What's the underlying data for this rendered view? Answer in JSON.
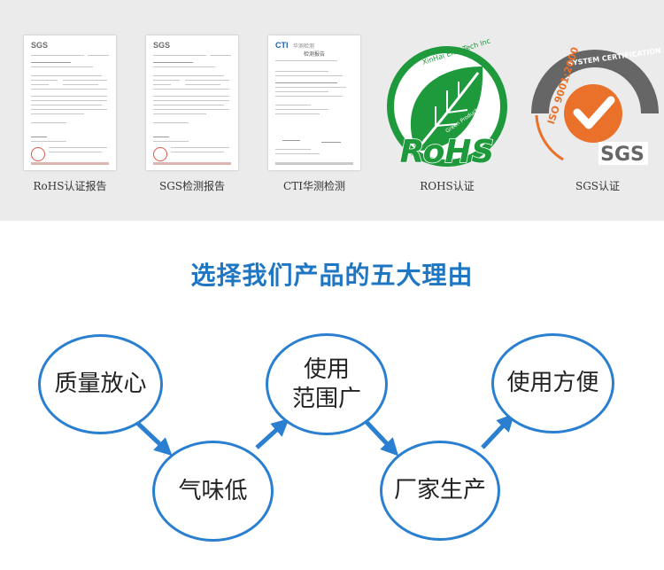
{
  "certificates": {
    "doc1": {
      "logo": "SGS",
      "caption": "RoHS认证报告"
    },
    "doc2": {
      "logo": "SGS",
      "caption": "SGS检测报告"
    },
    "doc3": {
      "logo": "CTI",
      "header": "华测检测",
      "doc_title": "检测报告",
      "caption": "CTI华测检测"
    },
    "rohs_logo": {
      "text": "RoHS",
      "arc_top": "XinHai Envi Tech Inc",
      "arc_leaf": "Green Product",
      "caption": "ROHS认证"
    },
    "sgs_logo": {
      "arc": "SYSTEM CERTIFICATION",
      "iso": "ISO 9001:2000",
      "brand": "SGS",
      "caption": "SGS认证"
    }
  },
  "heading": "选择我们产品的五大理由",
  "reasons": {
    "r1": "质量放心",
    "r2": "气味低",
    "r3_line1": "使用",
    "r3_line2": "范围广",
    "r4": "厂家生产",
    "r5": "使用方便"
  },
  "colors": {
    "accent": "#1f76c2",
    "bubble_border": "#2a7fd0",
    "rohs_green": "#1e9a3c",
    "sgs_orange": "#e9712a"
  }
}
